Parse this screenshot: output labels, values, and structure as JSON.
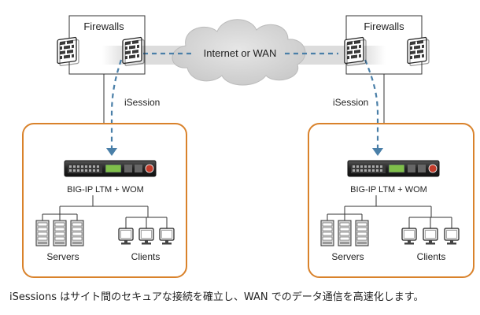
{
  "diagram": {
    "left": {
      "firewalls_label": "Firewalls",
      "isession_label": "iSession",
      "appliance_label": "BIG-IP LTM + WOM",
      "servers_label": "Servers",
      "clients_label": "Clients"
    },
    "right": {
      "firewalls_label": "Firewalls",
      "isession_label": "iSession",
      "appliance_label": "BIG-IP LTM + WOM",
      "servers_label": "Servers",
      "clients_label": "Clients"
    },
    "cloud_label": "Internet or WAN",
    "caption": "iSessions はサイト間のセキュアな接続を確立し、WAN でのデータ通信を高速化します。"
  },
  "colors": {
    "site_border": "#d9822b",
    "tunnel_band": "#dcdcdc",
    "dashed_line": "#4a7fa8",
    "cloud_fill": "#d8d8d8"
  },
  "icons": [
    "firewall-icon",
    "cloud-icon",
    "appliance-icon",
    "server-icon",
    "monitor-icon"
  ]
}
